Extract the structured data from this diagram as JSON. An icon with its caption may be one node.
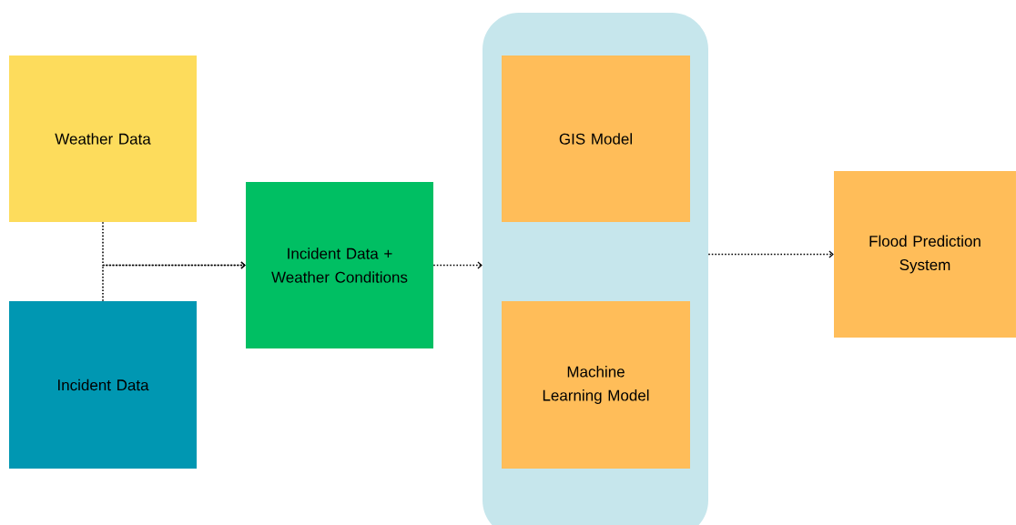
{
  "diagram": {
    "nodes": [
      {
        "text": [
          "Weather Data"
        ]
      },
      {
        "text": [
          "Incident Data"
        ]
      },
      {
        "text": [
          "Incident Data + Weather Conditions"
        ]
      },
      {
        "text": [],
        "shape": "box"
      },
      {
        "text": [
          "GIS Model"
        ],
        "in": 3
      },
      {
        "text": [
          "Machine Learning Model"
        ],
        "in": 3
      },
      {
        "text": [
          "Flood Prediction System"
        ]
      }
    ],
    "edges": [
      {
        "from": 0,
        "to": 2,
        "arrow": "to"
      },
      {
        "from": 1,
        "to": 2,
        "arrow": "to"
      },
      {
        "from": 2,
        "to": 3,
        "arrow": "to"
      },
      {
        "from": 3,
        "to": 6,
        "arrow": "to"
      }
    ]
  }
}
